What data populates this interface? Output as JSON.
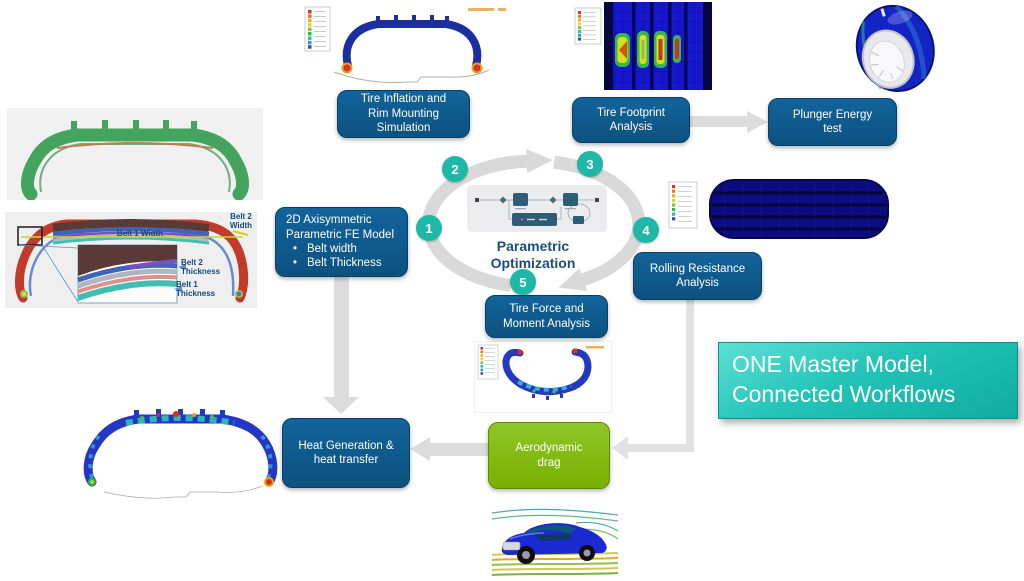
{
  "slide": {
    "banner_text": "ONE Master Model,\nConnected Workflows"
  },
  "optimization": {
    "label": "Parametric\nOptimization",
    "steps": [
      "1",
      "2",
      "3",
      "4",
      "5"
    ]
  },
  "nodes": {
    "inflation": "Tire Inflation and\nRim Mounting\nSimulation",
    "footprint": "Tire Footprint\nAnalysis",
    "plunger": "Plunger Energy\ntest",
    "fe_model_title": "2D Axisymmetric\nParametric FE Model",
    "bullet_glyph": "•",
    "fe_model_bullets": [
      "Belt width",
      "Belt Thickness"
    ],
    "rolling": "Rolling Resistance\nAnalysis",
    "force": "Tire Force and\nMoment Analysis",
    "heat": "Heat Generation &\nheat transfer",
    "aero": "Aerodynamic\ndrag"
  },
  "belt_figure": {
    "belt2_width": "Belt 2\nWidth",
    "belt1_width": "Belt 1 Width",
    "belt2_thickness": "Belt 2\nThickness",
    "belt1_thickness": "Belt 1\nThickness"
  },
  "colors": {
    "node_blue": "#0e5a8c",
    "node_green": "#80ba00",
    "step_teal": "#1fb8a8",
    "arrow_gray": "#dcdcdc",
    "banner_teal": "#1fbfb4",
    "label_navy": "#17497c"
  }
}
